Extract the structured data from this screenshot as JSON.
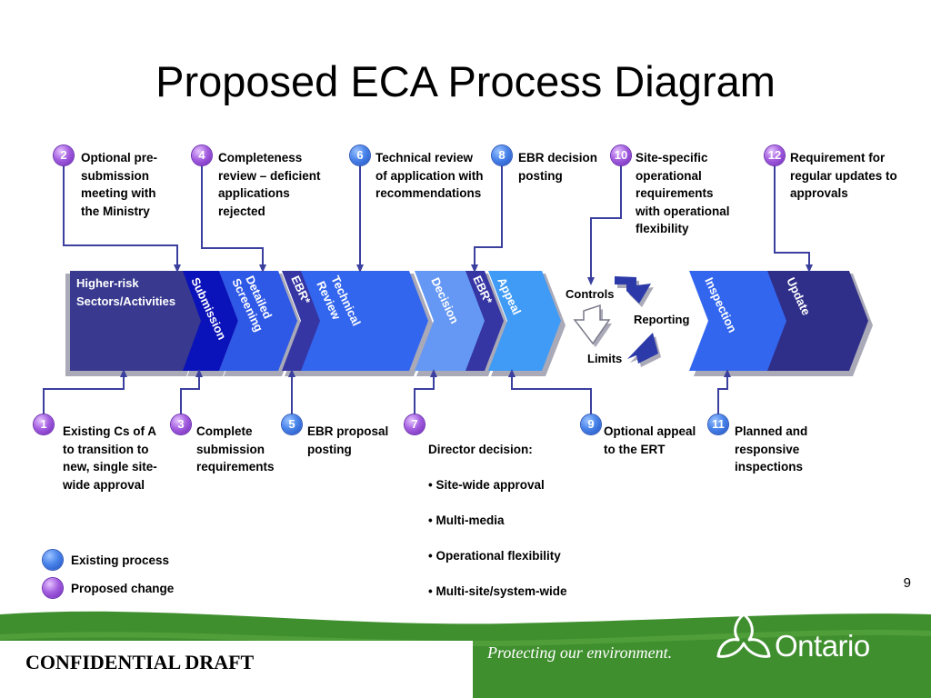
{
  "title": "Proposed ECA Process Diagram",
  "colors": {
    "existing": "#4a84ea",
    "proposed": "#a45fe0",
    "connector": "#3b3f9e",
    "footer_green": "#3f8f2e"
  },
  "chevrons": {
    "higher_risk": "Higher-risk Sectors/Activities",
    "submission": "Submission",
    "detailed_screening_1": "Detailed",
    "detailed_screening_2": "Screening",
    "ebr1": "EBR*",
    "technical_review_1": "Technical",
    "technical_review_2": "Review",
    "decision": "Decision",
    "ebr2": "EBR*",
    "appeal": "Appeal",
    "inspection": "Inspection",
    "update": "Update"
  },
  "cycle": {
    "controls": "Controls",
    "reporting": "Reporting",
    "limits": "Limits"
  },
  "steps": {
    "s1": {
      "num": "1",
      "text": "Existing Cs of A\nto transition to\nnew, single site-\nwide approval"
    },
    "s2": {
      "num": "2",
      "text": "Optional pre-\nsubmission\nmeeting with\nthe Ministry"
    },
    "s3": {
      "num": "3",
      "text": "Complete\nsubmission\nrequirements"
    },
    "s4": {
      "num": "4",
      "text": "Completeness\nreview – deficient\napplications\nrejected"
    },
    "s5": {
      "num": "5",
      "text": "EBR proposal\nposting"
    },
    "s6": {
      "num": "6",
      "text": "Technical review\nof application with\nrecommendations"
    },
    "s7": {
      "num": "7",
      "title": "Director decision:",
      "bullets": [
        "• Site-wide approval",
        "• Multi-media",
        "• Operational flexibility",
        "• Multi-site/system-wide"
      ]
    },
    "s8": {
      "num": "8",
      "text": "EBR decision\nposting"
    },
    "s9": {
      "num": "9",
      "text": "Optional appeal\nto the ERT"
    },
    "s10": {
      "num": "10",
      "text": "Site-specific\noperational\nrequirements\nwith operational\nflexibility"
    },
    "s11": {
      "num": "11",
      "text": "Planned and\nresponsive\ninspections"
    },
    "s12": {
      "num": "12",
      "text": "Requirement for\nregular updates to\napprovals"
    }
  },
  "legend": {
    "existing": "Existing process",
    "proposed": "Proposed change"
  },
  "page_number": "9",
  "footer": {
    "draft": "CONFIDENTIAL DRAFT",
    "tagline": "Protecting our environment.",
    "brand": "Ontario"
  }
}
